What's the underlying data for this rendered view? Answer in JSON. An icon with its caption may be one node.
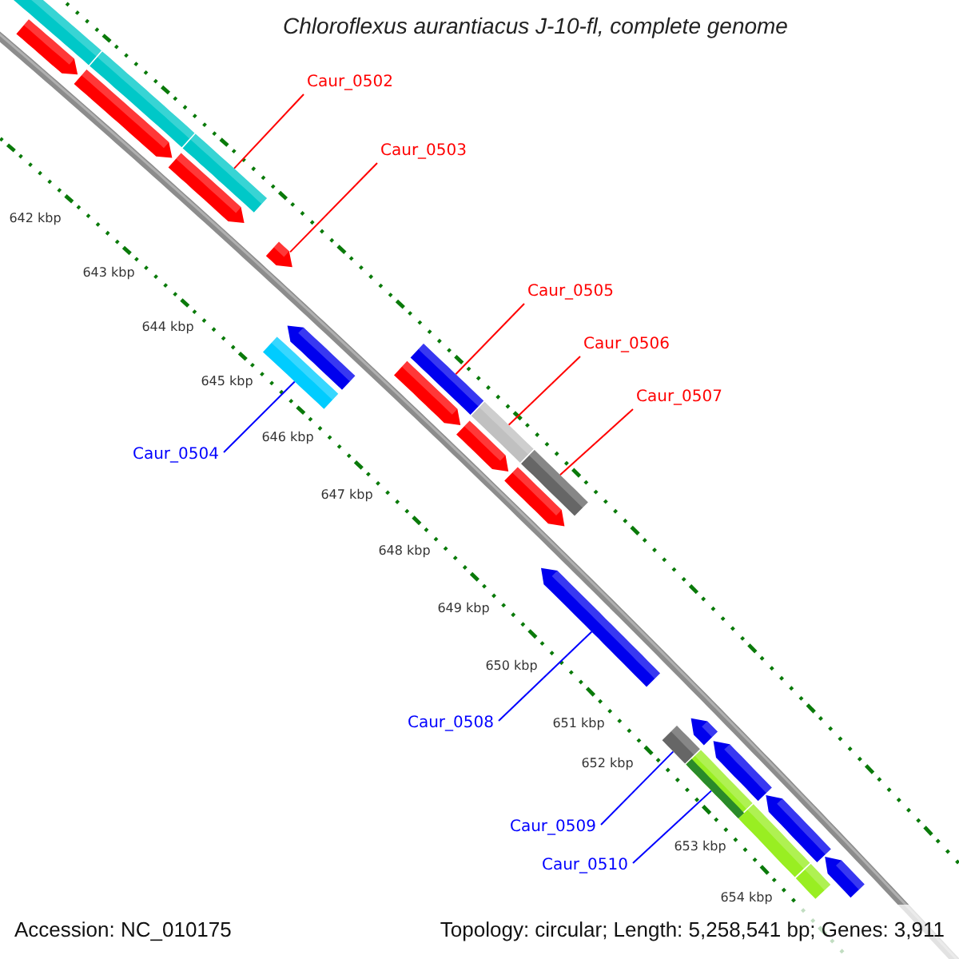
{
  "diagram": {
    "title": "Chloroflexus aurantiacus J-10-fl, complete genome",
    "nodes": [
      {
        "text": [
          "Caur_0502"
        ]
      },
      {
        "text": [],
        "shape": "box"
      },
      {
        "text": [
          "Caur_0503"
        ]
      },
      {
        "text": [],
        "shape": "arrow"
      },
      {
        "text": [
          "Caur_0505"
        ]
      },
      {
        "text": [],
        "shape": "box"
      },
      {
        "text": [
          "Caur_0506"
        ]
      },
      {
        "text": [],
        "shape": "box"
      },
      {
        "text": [
          "Caur_0507"
        ]
      },
      {
        "text": [],
        "shape": "box"
      },
      {
        "text": [
          "Caur_0504"
        ]
      },
      {
        "text": [],
        "shape": "box"
      },
      {
        "text": [
          "Caur_0508"
        ]
      },
      {
        "text": [],
        "shape": "arrow"
      },
      {
        "text": [
          "Caur_0509"
        ]
      },
      {
        "text": [],
        "shape": "box"
      },
      {
        "text": [
          "Caur_0510"
        ]
      },
      {
        "text": [],
        "shape": "box"
      },
      {
        "text": [],
        "shape": "arrow"
      },
      {
        "text": [],
        "shape": "arrow"
      },
      {
        "text": [],
        "shape": "arrow"
      },
      {
        "text": [],
        "shape": "arrow"
      },
      {
        "text": [],
        "shape": "arrow"
      },
      {
        "text": [],
        "shape": "arrow"
      },
      {
        "text": [],
        "shape": "box"
      },
      {
        "text": [],
        "shape": "box"
      },
      {
        "text": [],
        "shape": "arrow"
      },
      {
        "text": [],
        "shape": "arrow"
      },
      {
        "text": [],
        "shape": "arrow"
      },
      {
        "text": [],
        "shape": "arrow"
      },
      {
        "text": [],
        "shape": "arrow"
      },
      {
        "text": [],
        "shape": "box"
      },
      {
        "text": [],
        "shape": "box"
      }
    ],
    "edges": [
      {
        "from": 0,
        "to": 1,
        "arrow": "none"
      },
      {
        "from": 2,
        "to": 3,
        "arrow": "none"
      },
      {
        "from": 4,
        "to": 5,
        "arrow": "none"
      },
      {
        "from": 6,
        "to": 7,
        "arrow": "none"
      },
      {
        "from": 8,
        "to": 9,
        "arrow": "none"
      },
      {
        "from": 10,
        "to": 11,
        "arrow": "none",
        "color": "#0000ff"
      },
      {
        "from": 12,
        "to": 13,
        "arrow": "none",
        "color": "#0000ff"
      },
      {
        "from": 14,
        "to": 15,
        "arrow": "none",
        "color": "#0000ff"
      },
      {
        "from": 16,
        "to": 17,
        "arrow": "none",
        "color": "#0000ff"
      }
    ],
    "labels": [
      "642 kbp",
      "643 kbp",
      "644 kbp",
      "645 kbp",
      "646 kbp",
      "647 kbp",
      "648 kbp",
      "649 kbp",
      "650 kbp",
      "651 kbp",
      "652 kbp",
      "653 kbp",
      "654 kbp",
      "Accession: NC_010175",
      "Topology: circular; Length: 5,258,541 bp; Genes: 3,911"
    ]
  }
}
